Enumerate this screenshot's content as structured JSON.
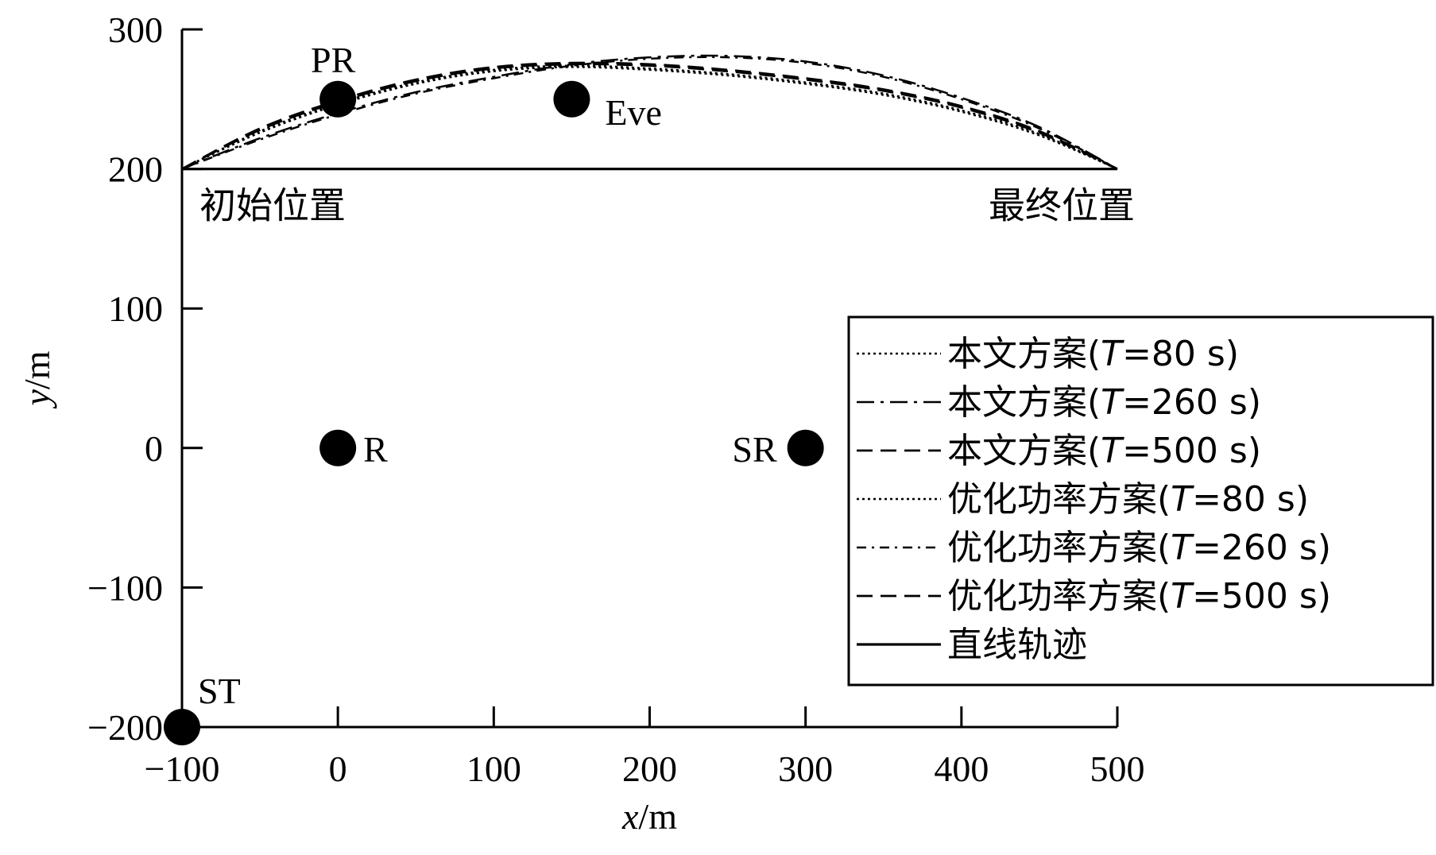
{
  "chart_data": {
    "type": "line",
    "xlabel": "x/m",
    "ylabel": "y/m",
    "xlim": [
      -100,
      500
    ],
    "ylim": [
      -200,
      300
    ],
    "xticks": [
      -100,
      0,
      100,
      200,
      300,
      400,
      500
    ],
    "yticks": [
      -200,
      -100,
      0,
      100,
      200,
      300
    ],
    "xtick_labels": [
      "−100",
      "0",
      "100",
      "200",
      "300",
      "400",
      "500"
    ],
    "ytick_labels": [
      "−200",
      "−100",
      "0",
      "100",
      "200",
      "300"
    ],
    "legend_position": "right",
    "series": [
      {
        "name": "本文方案(T=80 s)",
        "style": "dotted",
        "x": [
          -100,
          -50,
          0,
          50,
          100,
          150,
          200,
          250,
          300,
          350,
          400,
          450,
          500
        ],
        "y": [
          200,
          227,
          247,
          262,
          271,
          274,
          272,
          268,
          262,
          254,
          242,
          225,
          200
        ]
      },
      {
        "name": "本文方案(T=260 s)",
        "style": "dash-dot",
        "x": [
          -100,
          -50,
          0,
          50,
          100,
          150,
          200,
          250,
          300,
          350,
          400,
          450,
          500
        ],
        "y": [
          200,
          222,
          240,
          255,
          266,
          275,
          280,
          281,
          277,
          267,
          251,
          230,
          200
        ]
      },
      {
        "name": "本文方案(T=500 s)",
        "style": "dashed",
        "x": [
          -100,
          -50,
          0,
          50,
          100,
          150,
          200,
          250,
          300,
          350,
          400,
          450,
          500
        ],
        "y": [
          200,
          228,
          248,
          263,
          272,
          275,
          274,
          270,
          264,
          256,
          244,
          226,
          200
        ]
      },
      {
        "name": "优化功率方案(T=80 s)",
        "style": "dotted",
        "x": [
          -100,
          -50,
          0,
          50,
          100,
          150,
          200,
          250,
          300,
          350,
          400,
          450,
          500
        ],
        "y": [
          200,
          226,
          246,
          261,
          270,
          273,
          271,
          267,
          261,
          253,
          241,
          224,
          200
        ]
      },
      {
        "name": "优化功率方案(T=260 s)",
        "style": "dash-dot-fine",
        "x": [
          -100,
          -50,
          0,
          50,
          100,
          150,
          200,
          250,
          300,
          350,
          400,
          450,
          500
        ],
        "y": [
          200,
          221,
          239,
          254,
          265,
          274,
          279,
          280,
          276,
          266,
          250,
          229,
          200
        ]
      },
      {
        "name": "优化功率方案(T=500 s)",
        "style": "dashed",
        "x": [
          -100,
          -50,
          0,
          50,
          100,
          150,
          200,
          250,
          300,
          350,
          400,
          450,
          500
        ],
        "y": [
          200,
          229,
          249,
          264,
          273,
          276,
          275,
          271,
          265,
          257,
          245,
          227,
          200
        ]
      },
      {
        "name": "直线轨迹",
        "style": "solid",
        "x": [
          -100,
          500
        ],
        "y": [
          200,
          200
        ]
      }
    ],
    "nodes": [
      {
        "label": "PR",
        "x": 0,
        "y": 250,
        "label_pos": "above"
      },
      {
        "label": "Eve",
        "x": 150,
        "y": 250,
        "label_pos": "right-below"
      },
      {
        "label": "R",
        "x": 0,
        "y": 0,
        "label_pos": "right"
      },
      {
        "label": "SR",
        "x": 300,
        "y": 0,
        "label_pos": "left"
      },
      {
        "label": "ST",
        "x": -100,
        "y": -200,
        "label_pos": "above-right"
      }
    ],
    "annotations": [
      {
        "text": "初始位置",
        "x": -100,
        "y": 200,
        "anchor": "below-right"
      },
      {
        "text": "最终位置",
        "x": 500,
        "y": 200,
        "anchor": "below-left"
      }
    ]
  }
}
